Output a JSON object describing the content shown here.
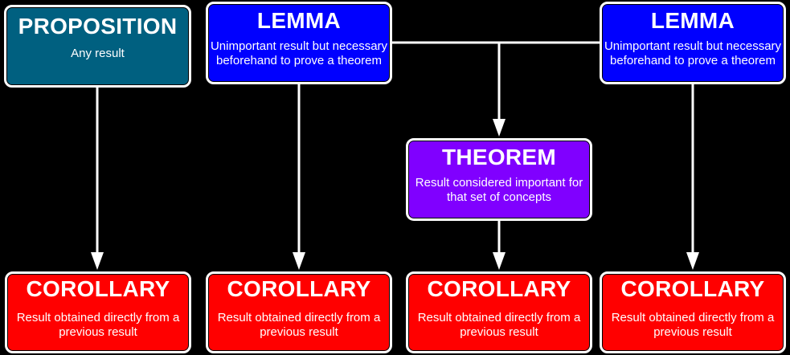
{
  "diagram": {
    "colors": {
      "background": "#000000",
      "proposition": "#006080",
      "lemma": "#0000ff",
      "theorem": "#8000ff",
      "corollary": "#ff0000",
      "connector": "#ffffff"
    },
    "proposition": {
      "title": "PROPOSITION",
      "description": "Any result"
    },
    "lemmas": [
      {
        "title": "LEMMA",
        "description": "Unimportant result but necessary beforehand to prove a theorem"
      },
      {
        "title": "LEMMA",
        "description": "Unimportant result but necessary beforehand to prove a theorem"
      }
    ],
    "theorem": {
      "title": "THEOREM",
      "description": "Result considered important for that set of concepts"
    },
    "corollaries": [
      {
        "title": "COROLLARY",
        "description": "Result obtained directly from a previous result"
      },
      {
        "title": "COROLLARY",
        "description": "Result obtained directly from a previous result"
      },
      {
        "title": "COROLLARY",
        "description": "Result obtained directly from a previous result"
      },
      {
        "title": "COROLLARY",
        "description": "Result obtained directly from a previous result"
      }
    ]
  }
}
